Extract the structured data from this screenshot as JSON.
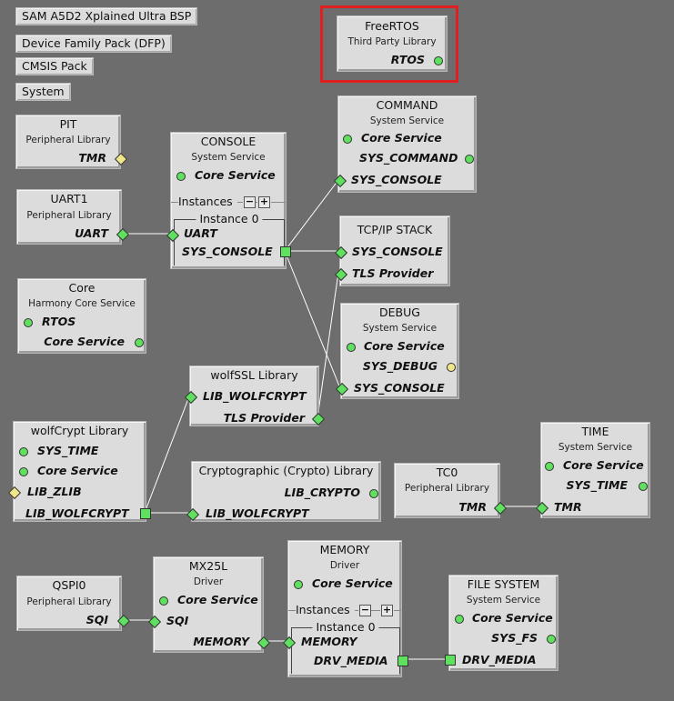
{
  "pills": {
    "bsp": "SAM A5D2 Xplained Ultra BSP",
    "dfp": "Device Family Pack (DFP)",
    "cmsis": "CMSIS Pack",
    "system": "System"
  },
  "freertos": {
    "title": "FreeRTOS",
    "subtitle": "Third Party Library",
    "rtos": "RTOS"
  },
  "command": {
    "title": "COMMAND",
    "subtitle": "System Service",
    "core": "Core Service",
    "sys_command": "SYS_COMMAND",
    "sys_console": "SYS_CONSOLE"
  },
  "pit": {
    "title": "PIT",
    "subtitle": "Peripheral Library",
    "tmr": "TMR"
  },
  "console": {
    "title": "CONSOLE",
    "subtitle": "System Service",
    "core": "Core Service",
    "instances": "Instances",
    "instance0": "Instance 0",
    "uart": "UART",
    "sys_console": "SYS_CONSOLE"
  },
  "uart1": {
    "title": "UART1",
    "subtitle": "Peripheral Library",
    "uart": "UART"
  },
  "tcpip": {
    "title": "TCP/IP STACK",
    "sys_console": "SYS_CONSOLE",
    "tls": "TLS Provider"
  },
  "core": {
    "title": "Core",
    "subtitle": "Harmony Core Service",
    "rtos": "RTOS",
    "core": "Core Service"
  },
  "debug": {
    "title": "DEBUG",
    "subtitle": "System Service",
    "core": "Core Service",
    "sys_debug": "SYS_DEBUG",
    "sys_console": "SYS_CONSOLE"
  },
  "wolfssl": {
    "title": "wolfSSL Library",
    "lib": "LIB_WOLFCRYPT",
    "tls": "TLS Provider"
  },
  "wolfcrypt": {
    "title": "wolfCrypt Library",
    "sys_time": "SYS_TIME",
    "core": "Core Service",
    "zlib": "LIB_ZLIB",
    "lib": "LIB_WOLFCRYPT"
  },
  "crypto": {
    "title": "Cryptographic (Crypto) Library",
    "lib_crypto": "LIB_CRYPTO",
    "lib_wolfcrypt": "LIB_WOLFCRYPT"
  },
  "tc0": {
    "title": "TC0",
    "subtitle": "Peripheral Library",
    "tmr": "TMR"
  },
  "time": {
    "title": "TIME",
    "subtitle": "System Service",
    "core": "Core Service",
    "sys_time": "SYS_TIME",
    "tmr": "TMR"
  },
  "qspi0": {
    "title": "QSPI0",
    "subtitle": "Peripheral Library",
    "sqi": "SQI"
  },
  "mx25l": {
    "title": "MX25L",
    "subtitle": "Driver",
    "core": "Core Service",
    "sqi": "SQI",
    "memory": "MEMORY"
  },
  "memory": {
    "title": "MEMORY",
    "subtitle": "Driver",
    "core": "Core Service",
    "instances": "Instances",
    "instance0": "Instance 0",
    "memory": "MEMORY",
    "drv_media": "DRV_MEDIA"
  },
  "fs": {
    "title": "FILE SYSTEM",
    "subtitle": "System Service",
    "core": "Core Service",
    "sys_fs": "SYS_FS",
    "drv_media": "DRV_MEDIA"
  },
  "colors": {
    "canvas": "#6d6d6d",
    "component": "#dcdcdc",
    "connected": "#5fe05f",
    "optional": "#f0e68c",
    "highlight": "#e02020",
    "wire": "#ffffff"
  }
}
